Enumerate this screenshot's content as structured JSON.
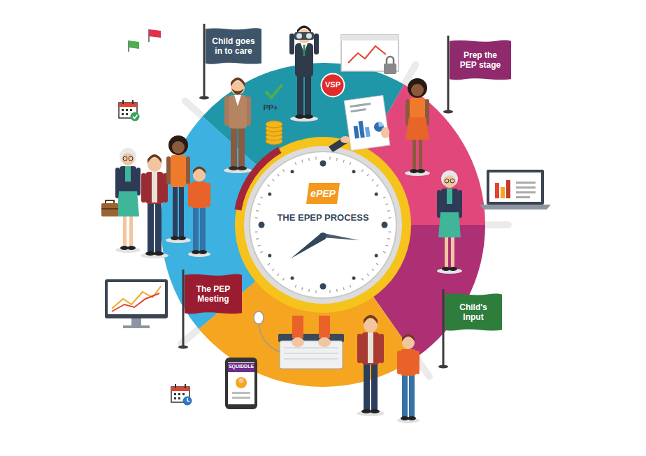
{
  "diagram": {
    "nodes": [
      {
        "text": [
          "Child goes in to care"
        ]
      },
      {
        "text": [
          "VSP"
        ]
      },
      {
        "text": [
          "Prep the PEP stage"
        ]
      },
      {
        "text": [
          "THE EPEP PROCESS"
        ]
      },
      {
        "text": [
          "ePEP"
        ],
        "in": 3
      },
      {
        "text": [
          "Child's Input"
        ]
      },
      {
        "text": [
          "The PEP Meeting"
        ]
      }
    ],
    "labels": [
      "PP+",
      "SQUIDDLE"
    ]
  }
}
